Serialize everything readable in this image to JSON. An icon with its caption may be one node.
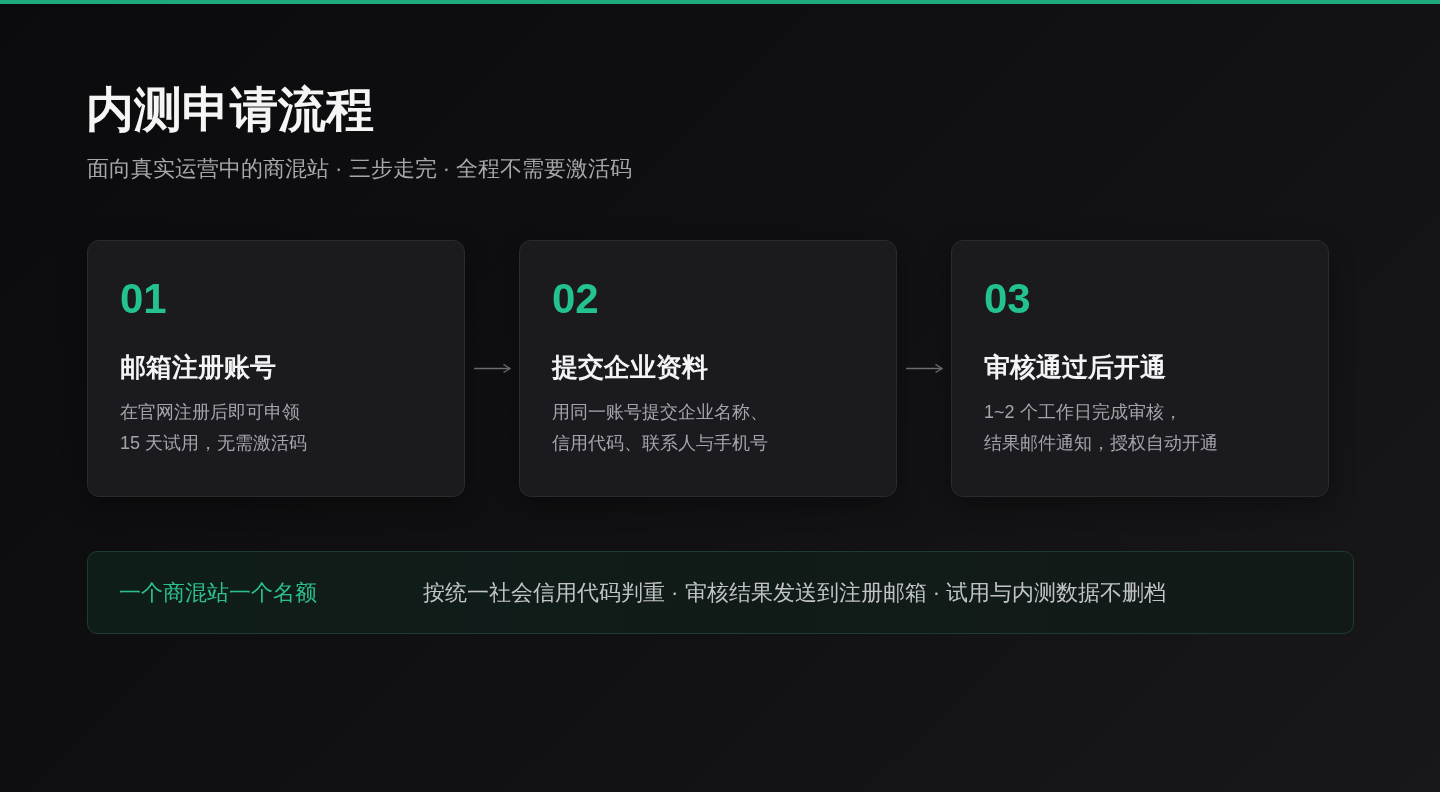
{
  "diagram": {
    "title": "内测申请流程",
    "nodes": [
      {
        "text": [
          "01",
          "邮箱注册账号",
          "在官网注册后即可申领15 天试用，无需激活码"
        ]
      },
      {
        "text": [
          "02",
          "提交企业资料",
          "用同一账号提交企业名称、信用代码、联系人与手机号"
        ]
      },
      {
        "text": [
          "03",
          "审核通过后开通",
          "1~2 个工作日完成审核，结果邮件通知，授权自动开通"
        ]
      },
      {
        "text": [
          "一个商混站一个名额",
          "按统一社会信用代码判重 · 审核结果发送到注册邮箱 · 试用与内测数据不删档"
        ]
      }
    ],
    "edges": [
      {
        "from": 0,
        "to": 1,
        "arrow": "to"
      },
      {
        "from": 1,
        "to": 2,
        "arrow": "to"
      }
    ],
    "labels": [
      "面向真实运营中的商混站 · 三步走完 · 全程不需要激活码"
    ]
  }
}
